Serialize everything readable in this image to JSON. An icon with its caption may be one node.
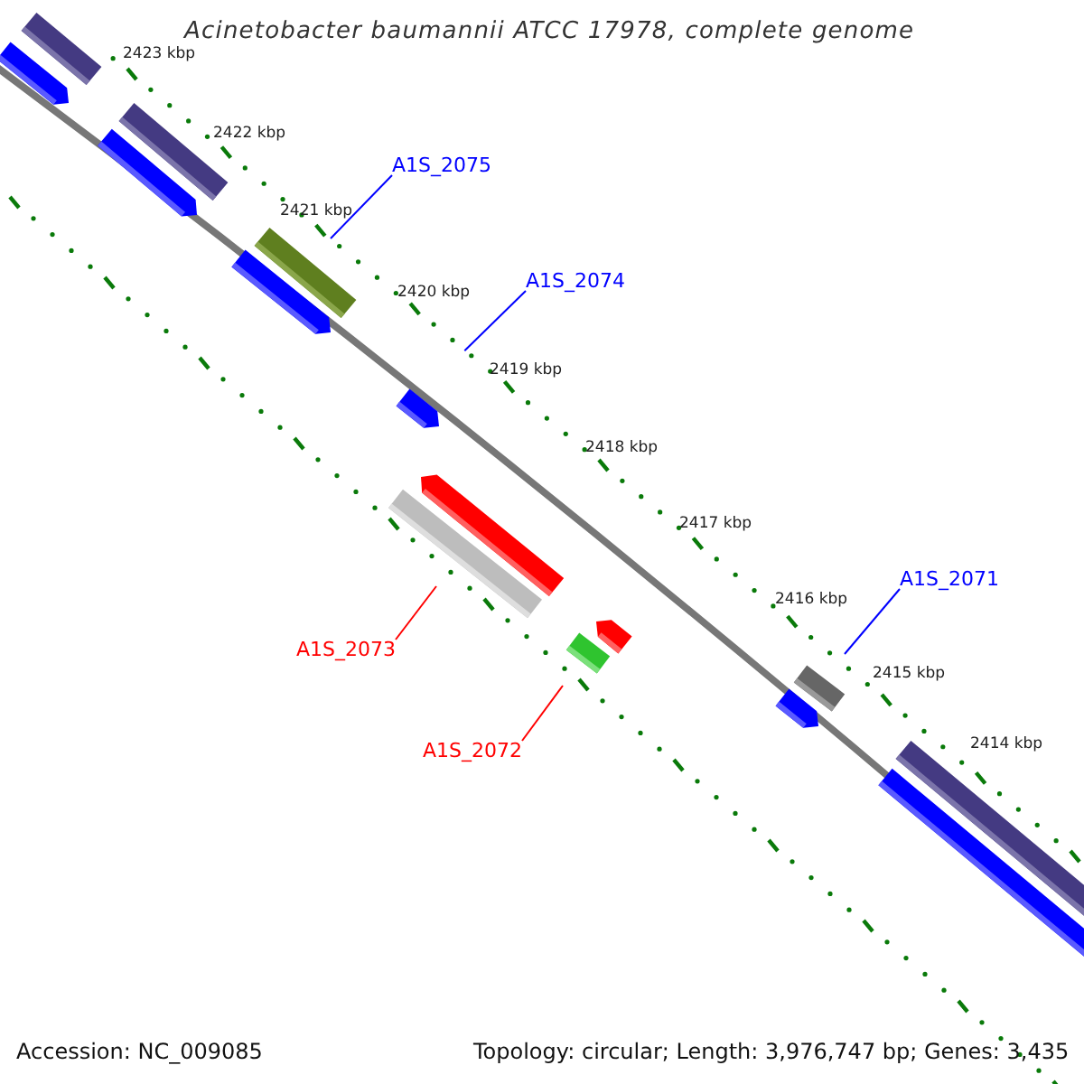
{
  "diagram": {
    "title": "Acinetobacter baumannii ATCC 17978, complete genome",
    "nodes": [
      {
        "text": [
          "A1S_2075"
        ]
      },
      {
        "text": [],
        "shape": "bar"
      },
      {
        "text": [
          "A1S_2074"
        ]
      },
      {
        "text": [],
        "shape": "arrow"
      },
      {
        "text": [
          "A1S_2073"
        ]
      },
      {
        "text": [],
        "shape": "bar"
      },
      {
        "text": [
          "A1S_2072"
        ]
      },
      {
        "text": [],
        "shape": "bar"
      },
      {
        "text": [
          "A1S_2071"
        ]
      },
      {
        "text": [],
        "shape": "bar"
      }
    ],
    "edges": [
      {
        "from": 0,
        "to": 1,
        "arrow": "none"
      },
      {
        "from": 2,
        "to": 3,
        "arrow": "none"
      },
      {
        "from": 4,
        "to": 5,
        "arrow": "none",
        "color": "#ff0000"
      },
      {
        "from": 6,
        "to": 7,
        "arrow": "none",
        "color": "#ff0000"
      },
      {
        "from": 8,
        "to": 9,
        "arrow": "none"
      }
    ],
    "labels": [
      "2423 kbp",
      "2422 kbp",
      "2421 kbp",
      "2420 kbp",
      "2419 kbp",
      "2418 kbp",
      "2417 kbp",
      "2416 kbp",
      "2415 kbp",
      "2414 kbp",
      "Accession: NC_009085",
      "Topology: circular; Length: 3,976,747 bp; Genes: 3,435"
    ]
  }
}
